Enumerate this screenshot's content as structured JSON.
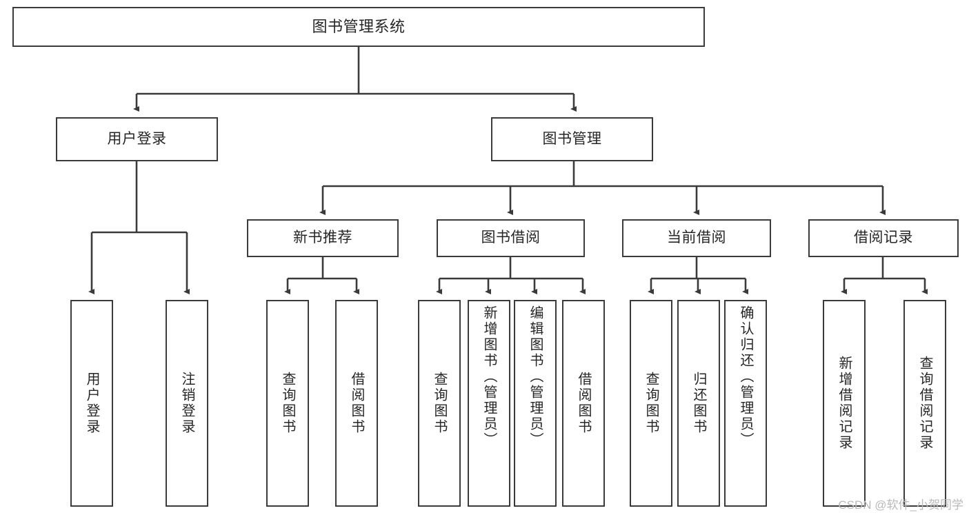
{
  "diagram": {
    "title": "图书管理系统",
    "type": "tree-hierarchy",
    "root": {
      "label": "图书管理系统"
    },
    "level1": [
      {
        "label": "用户登录"
      },
      {
        "label": "图书管理"
      }
    ],
    "level2": [
      {
        "label": "新书推荐"
      },
      {
        "label": "图书借阅"
      },
      {
        "label": "当前借阅"
      },
      {
        "label": "借阅记录"
      }
    ],
    "leaves": {
      "user_login": [
        {
          "label": "用户登录"
        },
        {
          "label": "注销登录"
        }
      ],
      "new_book_recommend": [
        {
          "label": "查询图书"
        },
        {
          "label": "借阅图书"
        }
      ],
      "book_borrow": [
        {
          "label": "查询图书"
        },
        {
          "label": "新增图书（管理员）"
        },
        {
          "label": "编辑图书（管理员）"
        },
        {
          "label": "借阅图书"
        }
      ],
      "current_borrow": [
        {
          "label": "查询图书"
        },
        {
          "label": "归还图书"
        },
        {
          "label": "确认归还（管理员）"
        }
      ],
      "borrow_record": [
        {
          "label": "新增借阅记录"
        },
        {
          "label": "查询借阅记录"
        }
      ]
    }
  },
  "watermark": {
    "text": "CSDN @软件_小贺同学"
  },
  "colors": {
    "stroke": "#3a3a3a",
    "text": "#262626",
    "background": "#ffffff",
    "watermark": "#b9b9b9"
  }
}
